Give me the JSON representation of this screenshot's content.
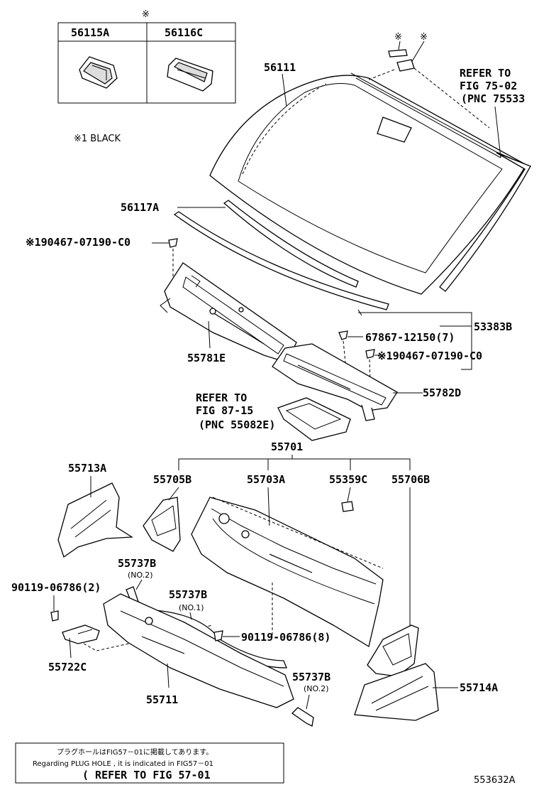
{
  "legend_table": {
    "mark": "※",
    "headers": [
      "56115A",
      "56116C"
    ]
  },
  "black_note": "※1 BLACK",
  "labels": {
    "windshield": "56111",
    "refer_75_l1": "REFER TO",
    "refer_75_l2": "FIG 75-02",
    "refer_75_l3": "(PNC 75533",
    "mark_a": "※",
    "mark_b": "※",
    "strip_56117a": "56117A",
    "clip_top_left": "※190467-07190-C0",
    "louver_left": "55781E",
    "seal_53383b": "53383B",
    "clip_67867": "67867-12150(7)",
    "clip_right": "※190467-07190-C0",
    "louver_right": "55782D",
    "refer_87_l1": "REFER TO",
    "refer_87_l2": "FIG 87-15",
    "refer_87_l3": "(PNC 55082E)",
    "cowl_assy": "55701",
    "side_55713a": "55713A",
    "brace_55705b": "55705B",
    "panel_55703a": "55703A",
    "plug_55359c": "55359C",
    "brace_55706b": "55706B",
    "seal_55737b_no2_top": "55737B",
    "no2_top": "(NO.2)",
    "bolt_left": "90119-06786(2)",
    "seal_55737b_no1": "55737B",
    "no1": "(NO.1)",
    "bolt_center": "90119-06786(8)",
    "bracket_55722c": "55722C",
    "seal_55737b_no2_bottom": "55737B",
    "no2_bottom": "(NO.2)",
    "panel_55711": "55711",
    "side_55714a": "55714A"
  },
  "footnote": {
    "line1": "プラグホールはFIG57－01に掲載してあります。",
    "line2": "Regarding PLUG HOLE , it is indicated in FIG57－01",
    "line3": "( REFER TO FIG 57-01"
  },
  "figure_code": "553632A"
}
